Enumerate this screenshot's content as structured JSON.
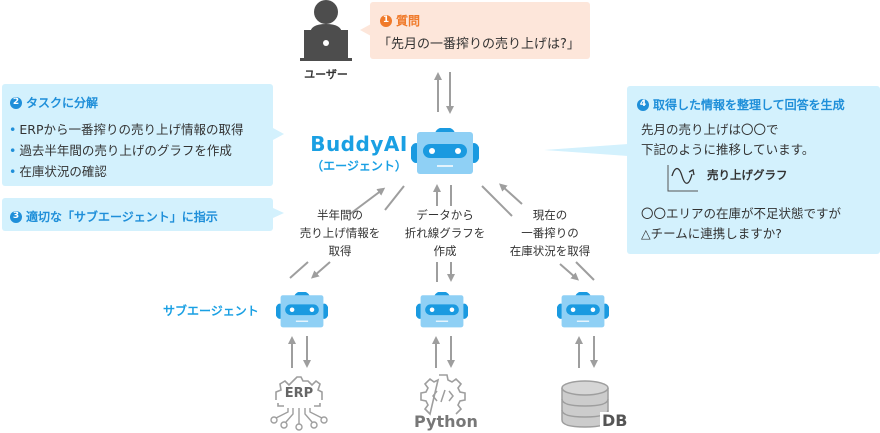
{
  "user": {
    "label": "ユーザー",
    "icon": "user-laptop-icon"
  },
  "step1": {
    "number": "1",
    "title": "質問",
    "text": "「先月の一番搾りの売り上げは?」"
  },
  "step2": {
    "number": "2",
    "title": "タスクに分解",
    "items": [
      "ERPから一番搾りの売り上げ情報の取得",
      "過去半年間の売り上げのグラフを作成",
      "在庫状況の確認"
    ]
  },
  "step3": {
    "number": "3",
    "title": "適切な「サブエージェント」に指示"
  },
  "step4": {
    "number": "4",
    "title": "取得した情報を整理して回答を生成",
    "lines1": [
      "先月の売り上げは〇〇で",
      "下記のように推移しています。"
    ],
    "graph_label": "売り上げグラフ",
    "lines2": [
      "〇〇エリアの在庫が不足状態ですが",
      "△チームに連携しますか?"
    ]
  },
  "main_agent": {
    "title": "BuddyAI",
    "subtitle": "（エージェント）",
    "icon": "robot-icon"
  },
  "sub_agent_label": "サブエージェント",
  "tasks": [
    {
      "lines": [
        "半年間の",
        "売り上げ情報を",
        "取得"
      ]
    },
    {
      "lines": [
        "データから",
        "折れ線グラフを",
        "作成"
      ]
    },
    {
      "lines": [
        "現在の",
        "一番搾りの",
        "在庫状況を取得"
      ]
    }
  ],
  "tools": [
    {
      "label": "ERP",
      "icon": "erp-gear-circuit-icon"
    },
    {
      "label": "Python",
      "icon": "python-code-gear-icon"
    },
    {
      "label": "DB",
      "icon": "database-icon"
    }
  ],
  "colors": {
    "accent_blue": "#1aa0e3",
    "step_blue": "#1f8fd9",
    "step_orange": "#f07a2a",
    "box_blue": "#d3f1fd",
    "box_orange": "#fde6da",
    "arrow_gray": "#9e9e9e",
    "robot_light": "#8fd0f5",
    "robot_dark": "#1a9ae0"
  }
}
